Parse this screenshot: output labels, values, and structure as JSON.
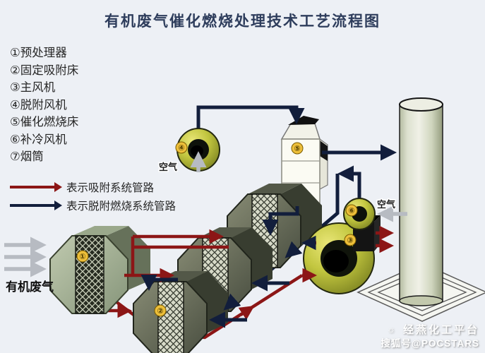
{
  "title": "有机废气催化燃烧处理技术工艺流程图",
  "legend": {
    "items": [
      "①预处理器",
      "②固定吸附床",
      "③主风机",
      "④脱附风机",
      "⑤催化燃烧床",
      "⑥补冷风机",
      "⑦烟筒"
    ]
  },
  "pipe_legend": {
    "adsorption": "表示吸附系统管路",
    "desorption": "表示脱附燃烧系统管路"
  },
  "labels": {
    "air": "空气",
    "waste_gas": "有机废气"
  },
  "markers": {
    "pre_processor": "①",
    "adsorption_bed": "②",
    "main_fan": "③",
    "desorption_fan": "④",
    "catalytic_bed": "⑤",
    "cooling_fan": "⑥"
  },
  "watermark": {
    "line1": "经燕化工平台",
    "line2": "搜狐号@POCSTARS",
    "icon": "☼"
  },
  "colors": {
    "background": "#edf0f5",
    "title_text": "#2e3d5c",
    "adsorption_pipe": "#8c1616",
    "desorption_pipe": "#121e3c",
    "fan_body": "#c2c63f",
    "bed_olive": "#4d5244",
    "chimney_sage": "#cfd5bd",
    "marker_yellow": "#edbf3a"
  }
}
